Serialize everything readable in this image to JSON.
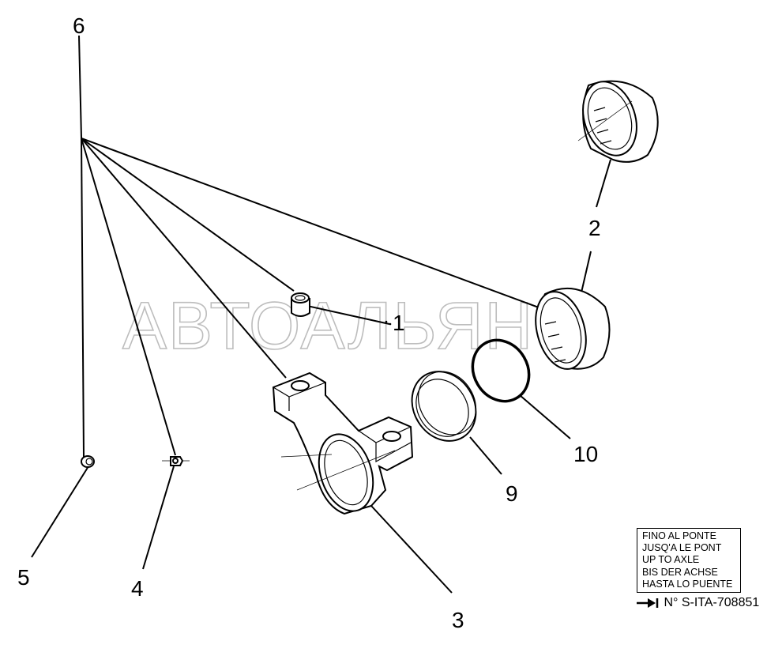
{
  "watermark": "АВТОАЛЬЯНС",
  "callouts": {
    "c1": "1",
    "c2": "2",
    "c3": "3",
    "c4": "4",
    "c5": "5",
    "c6": "6",
    "c9": "9",
    "c10": "10"
  },
  "note": {
    "lines": [
      "FINO AL PONTE",
      "JUSQ'A LE PONT",
      "UP TO AXLE",
      "BIS DER ACHSE",
      "HASTA LO PUENTE"
    ]
  },
  "reference": {
    "icon": "arrow-right-bar-icon",
    "text": "N° S-ITA-708851"
  }
}
